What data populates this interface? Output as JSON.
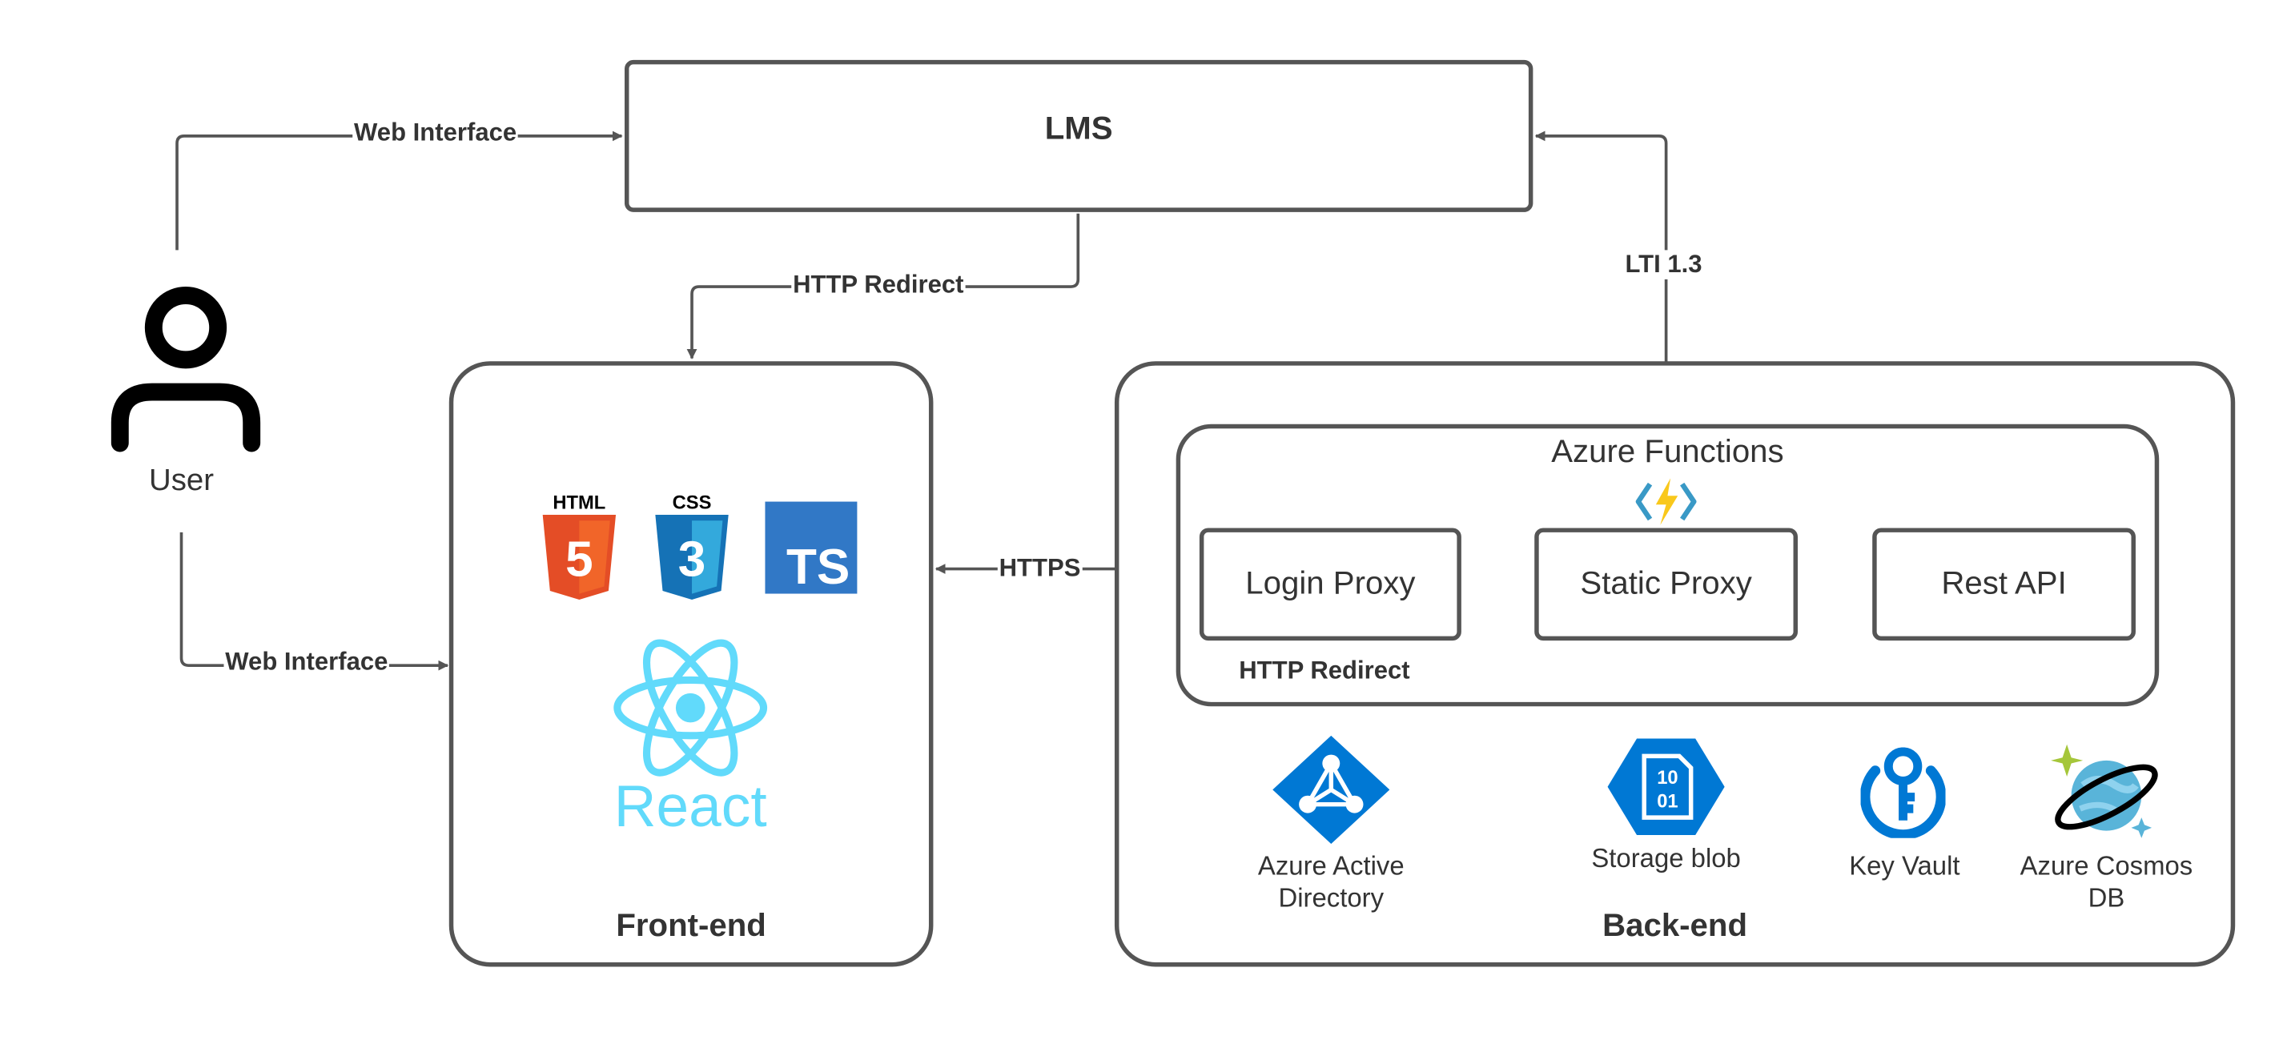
{
  "lms": {
    "label": "LMS"
  },
  "user": {
    "label": "User"
  },
  "edges": {
    "user_to_lms": "Web Interface",
    "user_to_frontend": "Web Interface",
    "lms_to_frontend": "HTTP Redirect",
    "lms_to_functions": "LTI 1.3",
    "frontend_to_backend": "HTTPS",
    "login_to_aad": "HTTP Redirect"
  },
  "frontend": {
    "title": "Front-end",
    "tech": {
      "html_label": "HTML",
      "html_glyph": "5",
      "css_label": "CSS",
      "css_glyph": "3",
      "ts_label": "TS",
      "react_label": "React"
    }
  },
  "backend": {
    "title": "Back-end",
    "functions": {
      "title": "Azure Functions",
      "proxies": [
        "Login Proxy",
        "Static Proxy",
        "Rest API"
      ]
    },
    "services": {
      "aad_line1": "Azure Active",
      "aad_line2": "Directory",
      "storage": "Storage blob",
      "storage_glyph_line1": "10",
      "storage_glyph_line2": "01",
      "keyvault": "Key Vault",
      "cosmos_line1": "Azure Cosmos",
      "cosmos_line2": "DB"
    }
  },
  "colors": {
    "line": "#555555",
    "html_orange": "#E44D26",
    "css_blue": "#1572B6",
    "ts_blue": "#3178C6",
    "react_cyan": "#61DAFB",
    "azure_blue": "#0078D4",
    "functions_yellow": "#F9C81B"
  }
}
